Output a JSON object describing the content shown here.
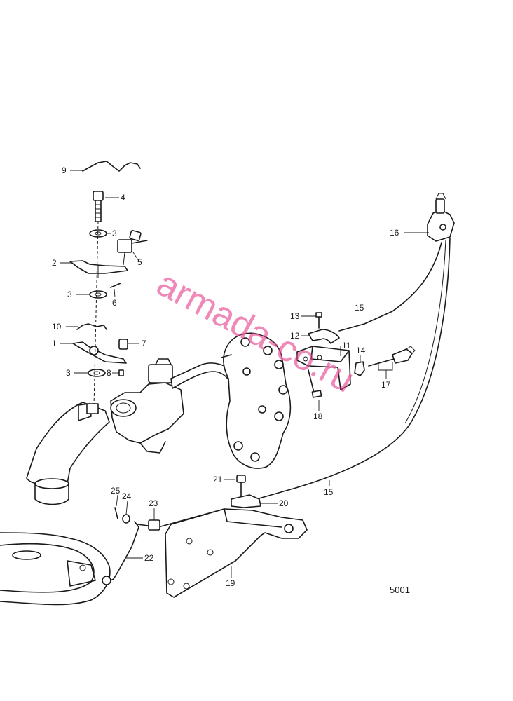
{
  "callouts": {
    "c1": "1",
    "c2": "2",
    "c3a": "3",
    "c3b": "3",
    "c3c": "3",
    "c4": "4",
    "c5": "5",
    "c6": "6",
    "c7": "7",
    "c8": "8",
    "c9": "9",
    "c10": "10",
    "c11": "11",
    "c12": "12",
    "c13": "13",
    "c14": "14",
    "c15a": "15",
    "c15b": "15",
    "c16": "16",
    "c17": "17",
    "c18": "18",
    "c19": "19",
    "c20": "20",
    "c21": "21",
    "c22": "22",
    "c23": "23",
    "c24": "24",
    "c25": "25"
  },
  "figure_number": "5001",
  "watermark": "armada-co.ru",
  "colors": {
    "line": "#1a1a1a",
    "watermark": "#e3418d",
    "background": "#ffffff"
  }
}
